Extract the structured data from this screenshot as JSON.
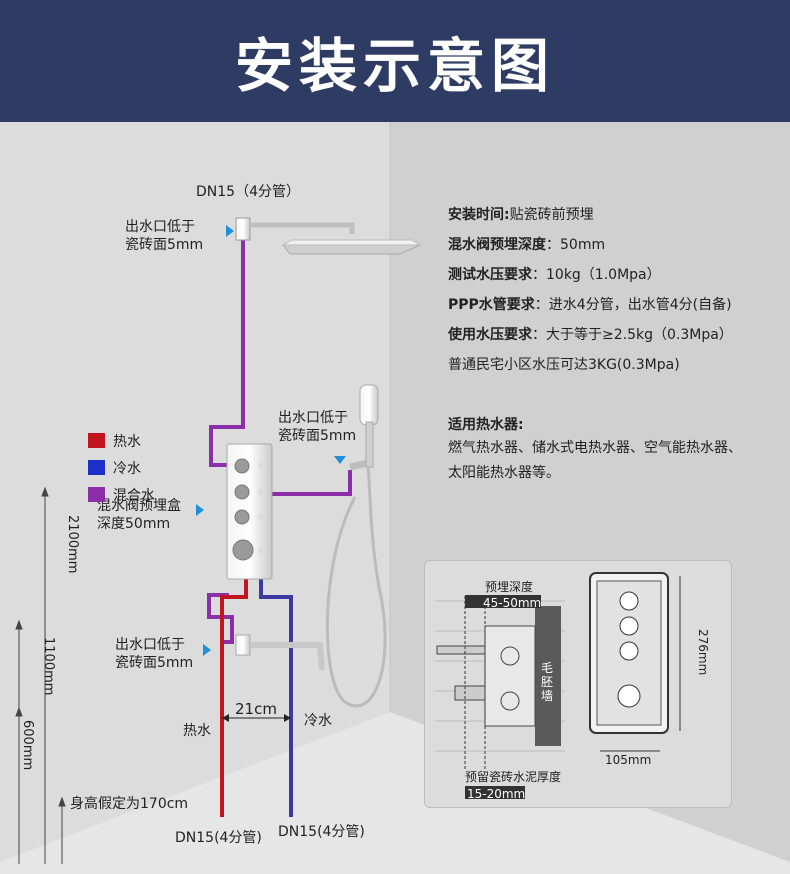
{
  "title": "安装示意图",
  "labels": {
    "top_pipe": "DN15（4分管）",
    "outlet_top": [
      "出水口低于",
      "瓷砖面5mm"
    ],
    "outlet_mid": [
      "出水口低于",
      "瓷砖面5mm"
    ],
    "mixbox": [
      "混水阀预埋盒",
      "深度50mm"
    ],
    "outlet_bottom": [
      "出水口低于",
      "瓷砖面5mm"
    ],
    "spacing": "21cm",
    "hot": "热水",
    "cold": "冷水",
    "height_assumption": "身高假定为170cm",
    "dn_left": "DN15(4分管)",
    "dn_right": "DN15(4分管)",
    "dim_2100": "2100mm",
    "dim_1100": "1100mm",
    "dim_600": "600mm"
  },
  "legend": [
    {
      "label": "热水",
      "color": "#c0151c"
    },
    {
      "label": "冷水",
      "color": "#1c2fc8"
    },
    {
      "label": "混合水",
      "color": "#8a2fa8"
    }
  ],
  "specs": [
    {
      "key": "安装时间:",
      "value": "贴瓷砖前预埋"
    },
    {
      "key": "混水阀预埋深度",
      "value": "：50mm"
    },
    {
      "key": "测试水压要求",
      "value": "：10kg（1.0Mpa）"
    },
    {
      "key": "PPP水管要求",
      "value": "：进水4分管，出水管4分(自备)"
    },
    {
      "key": "使用水压要求",
      "value": "：大于等于≥2.5kg（0.3Mpa）"
    },
    {
      "key": "",
      "value": "普通民宅小区水压可达3KG(0.3Mpa)"
    }
  ],
  "heaters": {
    "title": "适用热水器:",
    "line1": "燃气热水器、储水式电热水器、空气能热水器、",
    "line2": "太阳能热水器等。"
  },
  "detail": {
    "depth_title": "预埋深度",
    "depth_value": "45-50mm",
    "wall": [
      "毛",
      "胚",
      "墙"
    ],
    "reserve_title": "预留瓷砖水泥厚度",
    "reserve_value": "15-20mm",
    "height": "276mm",
    "width": "105mm"
  },
  "colors": {
    "header": "#2e3c64",
    "hot": "#c0151c",
    "cold": "#3a3aa0",
    "mix": "#8a2fa8",
    "arrow": "#1f8fd8"
  }
}
